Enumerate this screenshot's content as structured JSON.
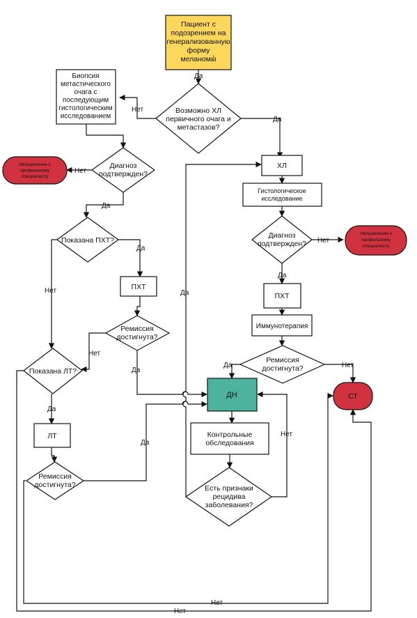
{
  "colors": {
    "start_fill": "#fcd75c",
    "dn_fill": "#4db39e",
    "terminal_fill": "#d0323f",
    "line": "#111111"
  },
  "nodes": {
    "start": [
      "Пациент с",
      "подозрением на",
      "генерализованную",
      "форму",
      "меланомы"
    ],
    "start_footnote": "1",
    "d_hl_possible": [
      "Возможно ХЛ",
      "первичного очага и",
      "метастазов?"
    ],
    "biopsy": [
      "Биопсия",
      "метастического",
      "очага с",
      "последующим",
      "гистологическим",
      "исследованием"
    ],
    "d_diag_left": [
      "Диагноз",
      "подтвержден?"
    ],
    "refer_left": [
      "Направление к",
      "профильному",
      "специалисту"
    ],
    "d_pkht_shown": [
      "Показана ПХТ?"
    ],
    "pkht": [
      "ПХТ"
    ],
    "d_remission_pkht": [
      "Ремиссия",
      "достигнута?"
    ],
    "d_lt_shown": [
      "Показана ЛТ?"
    ],
    "lt": [
      "ЛТ"
    ],
    "d_remission_lt": [
      "Ремиссия",
      "достигнута?"
    ],
    "hl": [
      "ХЛ"
    ],
    "histology": [
      "Гистологическое",
      "исследование"
    ],
    "d_diag_right": [
      "Диагноз",
      "подтвержден?"
    ],
    "refer_right": [
      "Направление к",
      "профильному",
      "специалисту"
    ],
    "pkht_right": [
      "ПХТ"
    ],
    "immuno": [
      "Иммунотерапия"
    ],
    "d_remission_right": [
      "Ремиссия",
      "достигнута?"
    ],
    "dn": [
      "ДН"
    ],
    "control": [
      "Контрольные",
      "обследования"
    ],
    "d_relapse": [
      "Есть признаки",
      "рецидива",
      "заболевания?"
    ],
    "st": [
      "СТ"
    ]
  },
  "edge_labels": {
    "start_to_decision": "Да",
    "hl_possible_no": "Нет",
    "hl_possible_yes": "Да",
    "diag_left_no": "Нет",
    "diag_left_yes": "Да",
    "pkht_shown_yes": "Да",
    "pkht_shown_no": "Нет",
    "remission_pkht_no": "Нет",
    "remission_pkht_yes": "Да",
    "lt_shown_yes": "Да",
    "remission_lt_yes": "Да",
    "diag_right_no": "Нет",
    "diag_right_yes": "Да",
    "remission_right_yes": "Да",
    "remission_right_no": "Нет",
    "relapse_no": "Нет",
    "relapse_yes": "Да",
    "lt_shown_no": "Нет",
    "remission_lt_no": "Нет"
  }
}
